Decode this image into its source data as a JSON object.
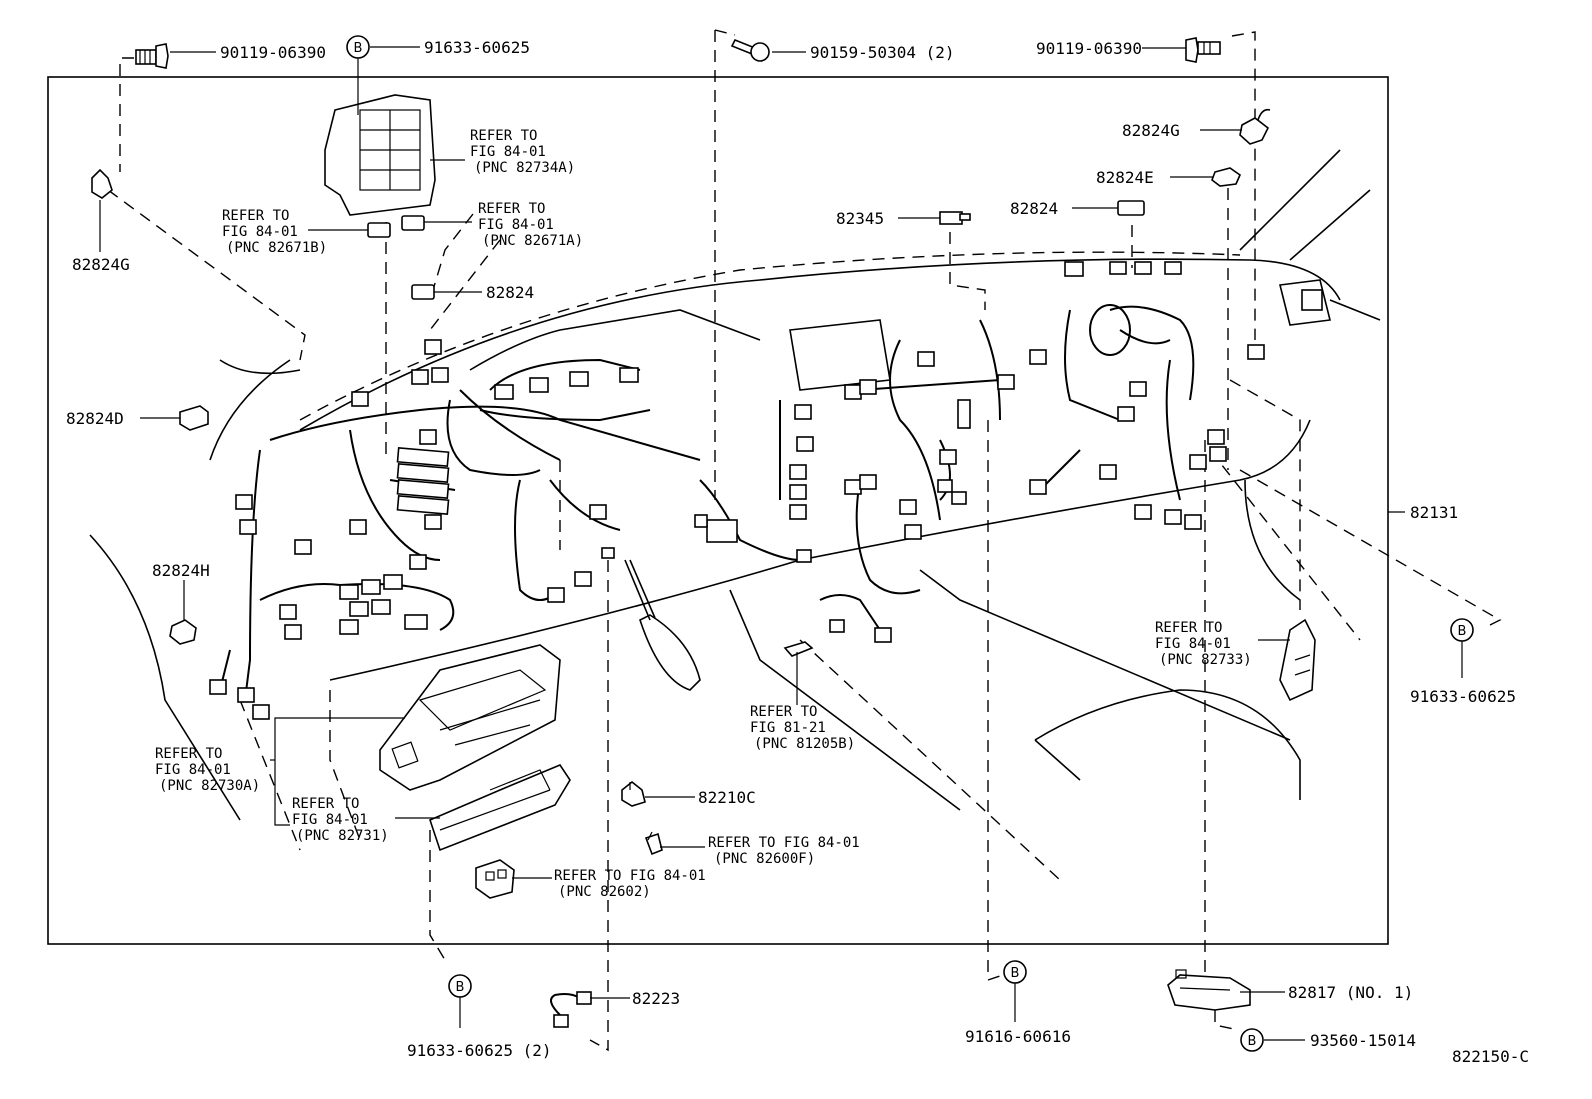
{
  "parts": {
    "bolt_left": "90119-06390",
    "clip_top_b": "91633-60625",
    "screw_top": "90159-50304 (2)",
    "bolt_right": "90119-06390",
    "clamp_g_right": "82824G",
    "clamp_e": "82824E",
    "conn_82824_right": "82824",
    "conn_82345": "82345",
    "clamp_g_left": "82824G",
    "conn_82824_left": "82824",
    "clamp_d": "82824D",
    "clamp_h": "82824H",
    "harness": "82131",
    "clip_right_b": "91633-60625",
    "relay_82210c": "82210C",
    "conn_82223": "82223",
    "clip_bottom_b": "91633-60625 (2)",
    "clip_91616": "91616-60616",
    "bracket_82817": "82817 (NO. 1)",
    "clip_93560": "93560-15014",
    "figure_code": "822150-C"
  },
  "refs": {
    "r1": [
      "REFER TO",
      "FIG 84-01",
      "(PNC 82734A)"
    ],
    "r2": [
      "REFER TO",
      "FIG 84-01",
      "(PNC 82671B)"
    ],
    "r3": [
      "REFER TO",
      "FIG 84-01",
      "(PNC 82671A)"
    ],
    "r4": [
      "REFER TO",
      "FIG 84-01",
      "(PNC 82733)"
    ],
    "r5": [
      "REFER TO",
      "FIG 81-21",
      "(PNC 81205B)"
    ],
    "r6": [
      "REFER TO",
      "FIG 84-01",
      "(PNC 82730A)"
    ],
    "r7": [
      "REFER TO",
      "FIG 84-01",
      "(PNC 82731)"
    ],
    "r8": [
      "REFER TO FIG 84-01",
      "(PNC 82600F)"
    ],
    "r9": [
      "REFER TO FIG 84-01",
      "(PNC 82602)"
    ]
  },
  "marker": "B"
}
